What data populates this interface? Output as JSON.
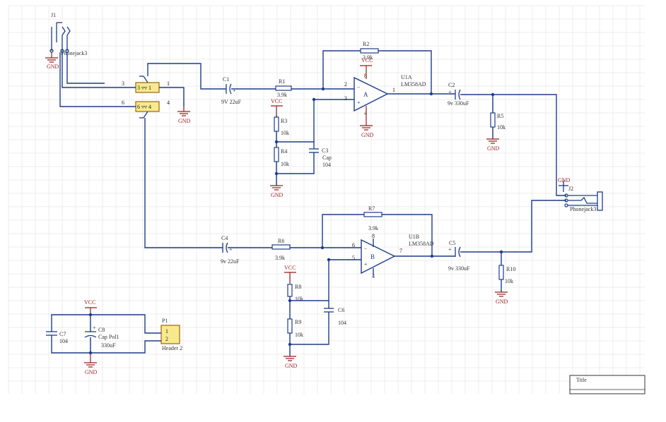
{
  "labels": {
    "j1": "J1",
    "j1_val": "Phonejack3",
    "j2": "J2",
    "j2_val": "Phonejack3",
    "c1": "C1",
    "c1_val": "9V 22uF",
    "c2": "C2",
    "c2_val": "9v 330uF",
    "c3": "C3",
    "c3_val": "Cap",
    "c3_val2": "104",
    "c4": "C4",
    "c4_val": "9v 22uF",
    "c5": "C5",
    "c5_val": "9v 330uF",
    "c6": "C6",
    "c6_val": "104",
    "c7": "C7",
    "c7_val": "104",
    "c8": "C8",
    "c8_val": "Cap Pol1",
    "c8_val2": "330uF",
    "r1": "R1",
    "r1_val": "3.9k",
    "r2": "R2",
    "r2_val": "3.9k",
    "r3": "R3",
    "r3_val": "10k",
    "r4": "R4",
    "r4_val": "10k",
    "r5": "R5",
    "r5_val": "10k",
    "r6": "R6",
    "r6_val": "3.9k",
    "r7": "R7",
    "r7_val": "3.9k",
    "r8": "R8",
    "r8_val": "10k",
    "r9": "R9",
    "r9_val": "10k",
    "r10": "R10",
    "r10_val": "10k",
    "u1a": "U1A",
    "u1a_part": "LM358AD",
    "u1b": "U1B",
    "u1b_part": "LM358AD",
    "opa": "A",
    "opb": "B",
    "p1": "P1",
    "p1_val": "Header 2",
    "p1_pin1": "1",
    "p1_pin2": "2",
    "vcc": "VCC",
    "gnd": "GND",
    "title": "Title"
  },
  "pins": {
    "sw_top_left": "3",
    "sw_top_right": "1",
    "sw_bot_left": "6",
    "sw_bot_right": "4",
    "sw_top_inner": "3 ▿▿ 1",
    "sw_bot_inner": "6 ▿▿ 4",
    "ua_in_minus": "2",
    "ua_in_plus": "3",
    "ua_out": "1",
    "ua_minus": "−",
    "ua_plus": "+",
    "ub_in_minus": "6",
    "ub_in_plus": "5",
    "ub_out": "7",
    "ub_minus": "−",
    "ub_plus": "+",
    "ua_v": "8",
    "ua_g": "4",
    "ub_v": "8",
    "ub_g": "4",
    "cap_plus": "+"
  },
  "colors": {
    "wire": "#1e3c8c",
    "power": "#9a1c1c",
    "connector_fill": "#f7ea8e",
    "grid": "#ececec"
  }
}
